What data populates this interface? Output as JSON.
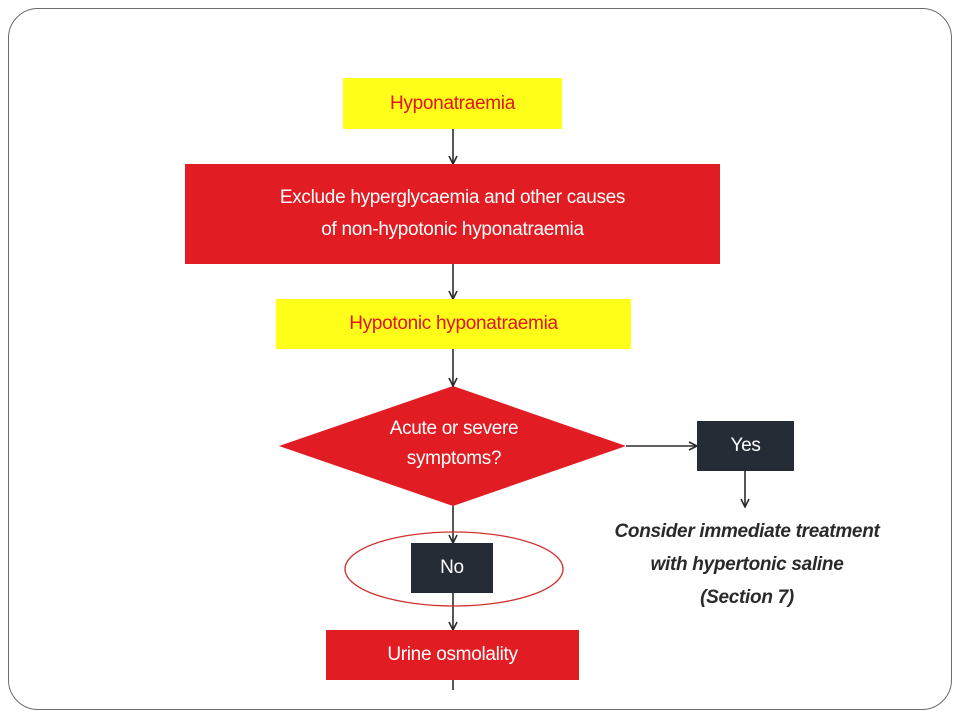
{
  "flowchart": {
    "node_hyponatraemia": "Hyponatraemia",
    "node_exclude_line1": "Exclude hyperglycaemia and other causes",
    "node_exclude_line2": "of non-hypotonic hyponatraemia",
    "node_hypotonic": "Hypotonic hyponatraemia",
    "decision_line1": "Acute or severe",
    "decision_line2": "symptoms?",
    "yes_label": "Yes",
    "no_label": "No",
    "yes_note_line1": "Consider immediate treatment",
    "yes_note_line2": "with hypertonic saline",
    "yes_note_line3": "(Section 7)",
    "node_urine": "Urine osmolality"
  },
  "colors": {
    "yellow_box": "#ffff1a",
    "red_box": "#e11c23",
    "dark_box": "#252c36",
    "highlight_ellipse": "#d0312d",
    "arrow": "#2b2b2b"
  }
}
